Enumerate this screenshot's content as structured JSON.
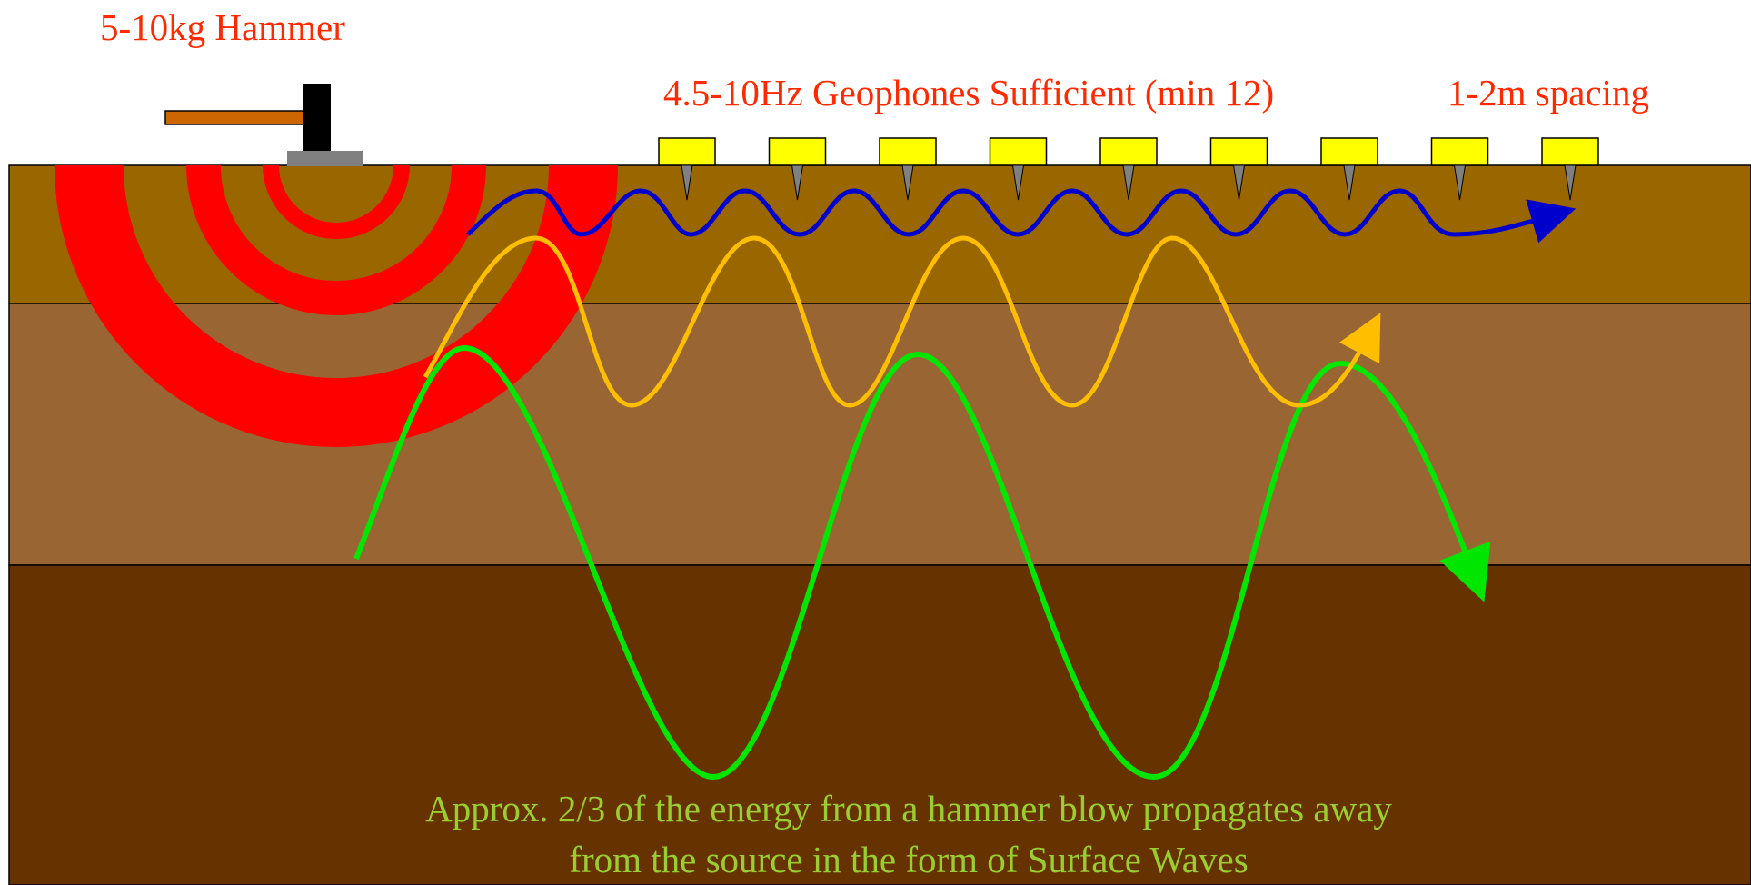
{
  "labels": {
    "hammer": "5-10kg Hammer",
    "geophones": "4.5-10Hz Geophones Sufficient (min 12)",
    "spacing": "1-2m spacing",
    "note_line1": "Approx. 2/3 of the energy from a hammer blow propagates away",
    "note_line2": "from the source in the form of Surface Waves"
  },
  "colors": {
    "background": "#ffffff",
    "layer_top": "#996600",
    "layer_middle": "#996633",
    "layer_bottom": "#663300",
    "shock_rings": "#ff0000",
    "wave_blue": "#0000cc",
    "wave_yellow": "#ffbf00",
    "wave_green": "#00e600",
    "geophone": "#ffff00",
    "hammer_handle": "#cc6600",
    "hammer_head": "#000000",
    "base_plate": "#808080",
    "label_red": "#ff2a00",
    "label_note": "#9acd32"
  },
  "geophone_count": 9
}
